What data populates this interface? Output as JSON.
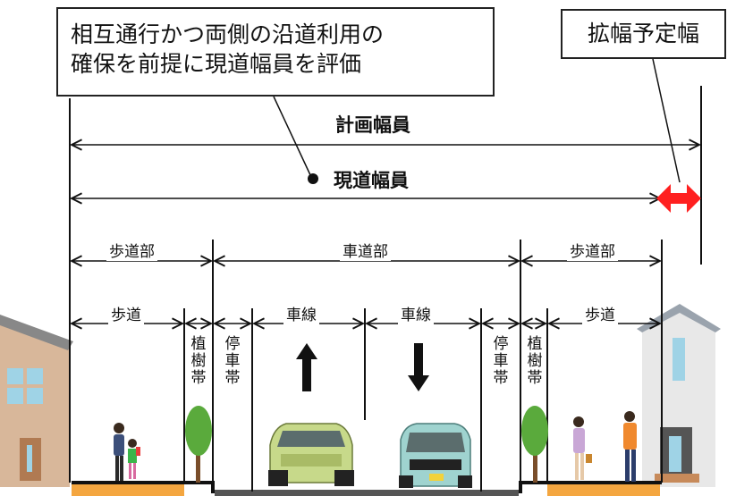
{
  "callouts": {
    "main_line1": "相互通行かつ両側の沿道利用の",
    "main_line2": "確保を前提に現道幅員を評価",
    "widening": "拡幅予定幅"
  },
  "dimensions": {
    "planned_width": "計画幅員",
    "current_width": "現道幅員",
    "sidewalk_section_left": "歩道部",
    "roadway_section": "車道部",
    "sidewalk_section_right": "歩道部",
    "sidewalk_left": "歩道",
    "lane_up": "車線",
    "lane_down": "車線",
    "sidewalk_right": "歩道"
  },
  "vertical_labels": {
    "planting_strip_left": "植樹帯",
    "stopping_lane_left": "停車帯",
    "stopping_lane_right": "停車帯",
    "planting_strip_right": "植樹帯"
  },
  "icons": {
    "traffic_up": "arrow-up-icon",
    "traffic_down": "arrow-down-icon",
    "widening_marker": "red-double-arrow-icon"
  },
  "colors": {
    "widening_red": "#ff2020",
    "sidewalk_orange": "#f4a640",
    "car_green": "#c7d98a",
    "car_teal": "#9fd3cf",
    "tree_green": "#5aaa3c"
  }
}
